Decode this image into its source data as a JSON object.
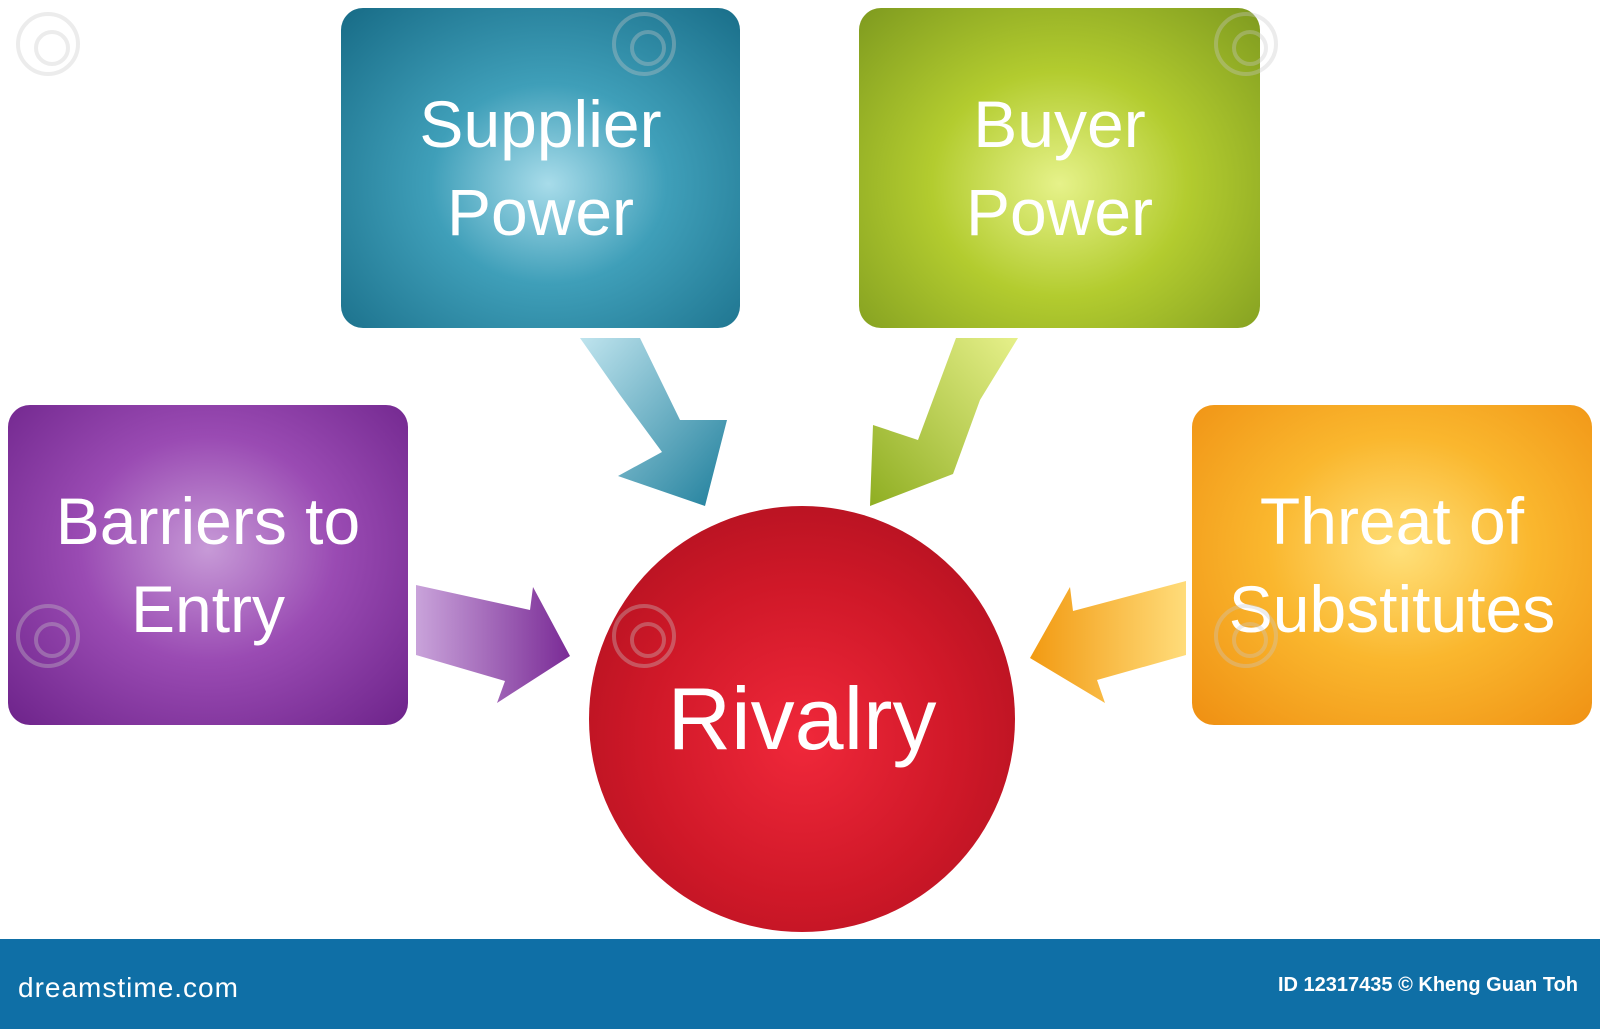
{
  "diagram": {
    "nodes": {
      "supplier": {
        "line1": "Supplier",
        "line2": "Power"
      },
      "buyer": {
        "line1": "Buyer",
        "line2": "Power"
      },
      "barriers": {
        "line1": "Barriers to",
        "line2": "Entry"
      },
      "threat": {
        "line1": "Threat of",
        "line2": "Substitutes"
      },
      "center": {
        "label": "Rivalry"
      }
    },
    "colors": {
      "supplier": "#2a87a3",
      "buyer": "#9cbb2a",
      "barriers": "#8a3aa5",
      "threat": "#f5a623",
      "rivalry": "#d0192a"
    }
  },
  "footer": {
    "site": "dreamstime.com",
    "credit": "ID 12317435 © Kheng Guan Toh",
    "bar_color": "#0f6fa6"
  }
}
